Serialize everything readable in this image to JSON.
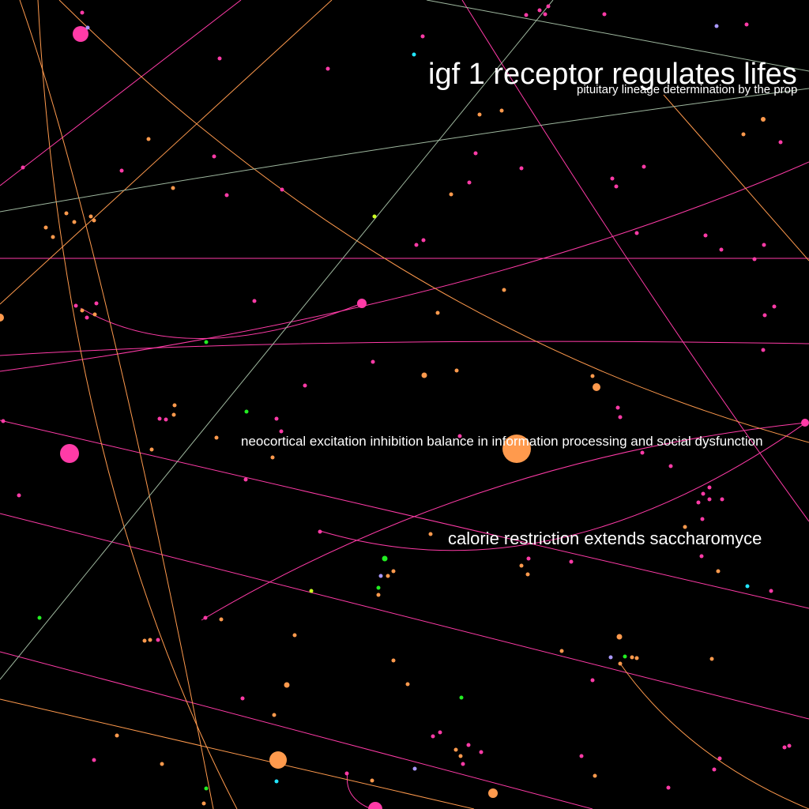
{
  "labels": {
    "lifespan": "igf 1 receptor regulates lifes",
    "pituitary": "pituitary lineage determination by the prop",
    "neocortical": "neocortical excitation inhibition balance in information processing and social dysfunction",
    "calorie": "calorie restriction extends saccharomyce"
  },
  "colors": {
    "background": "#000000",
    "pink": "#ff3ba7",
    "orange": "#ff9a4d",
    "green": "#22ee22",
    "lime": "#ccff22",
    "cyan": "#22e6ff",
    "lavender": "#aa99ff",
    "grey_green": "#9fb89f",
    "label": "#ffffff"
  }
}
